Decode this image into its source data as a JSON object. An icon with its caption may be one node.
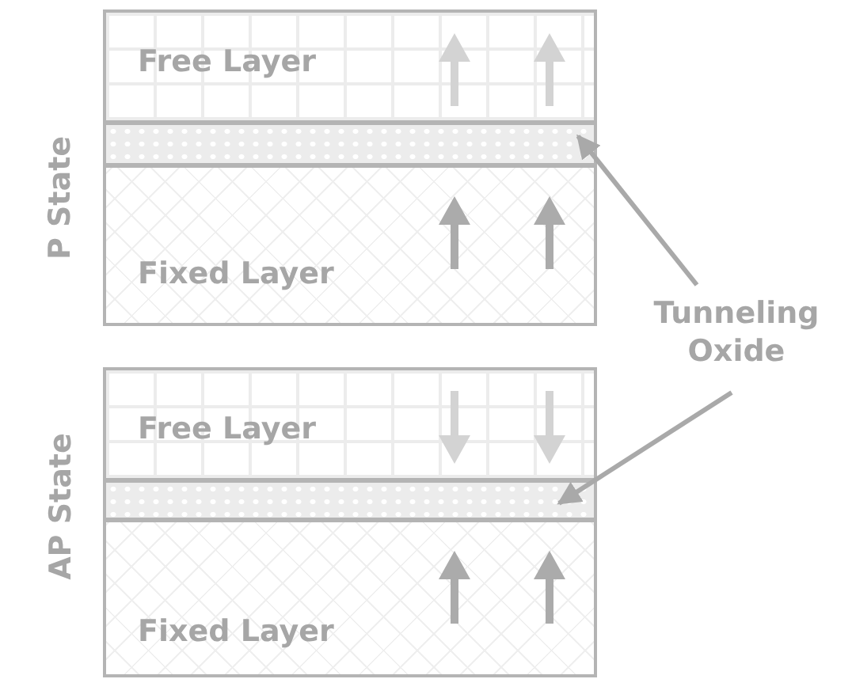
{
  "diagram": {
    "nodes": [
      {
        "text": [
          "Free Layer"
        ]
      },
      {
        "text": [],
        "shape": "bar"
      },
      {
        "text": [
          "Fixed Layer"
        ]
      },
      {
        "text": [
          "Tunneling Oxide"
        ]
      },
      {
        "text": [
          "Free Layer"
        ]
      },
      {
        "text": [],
        "shape": "bar"
      },
      {
        "text": [
          "Fixed Layer"
        ]
      }
    ],
    "edges": [
      {
        "from": 3,
        "to": 1,
        "arrow": "to"
      },
      {
        "from": 3,
        "to": 5,
        "arrow": "to"
      }
    ],
    "labels": [
      "P State",
      "AP State"
    ]
  }
}
